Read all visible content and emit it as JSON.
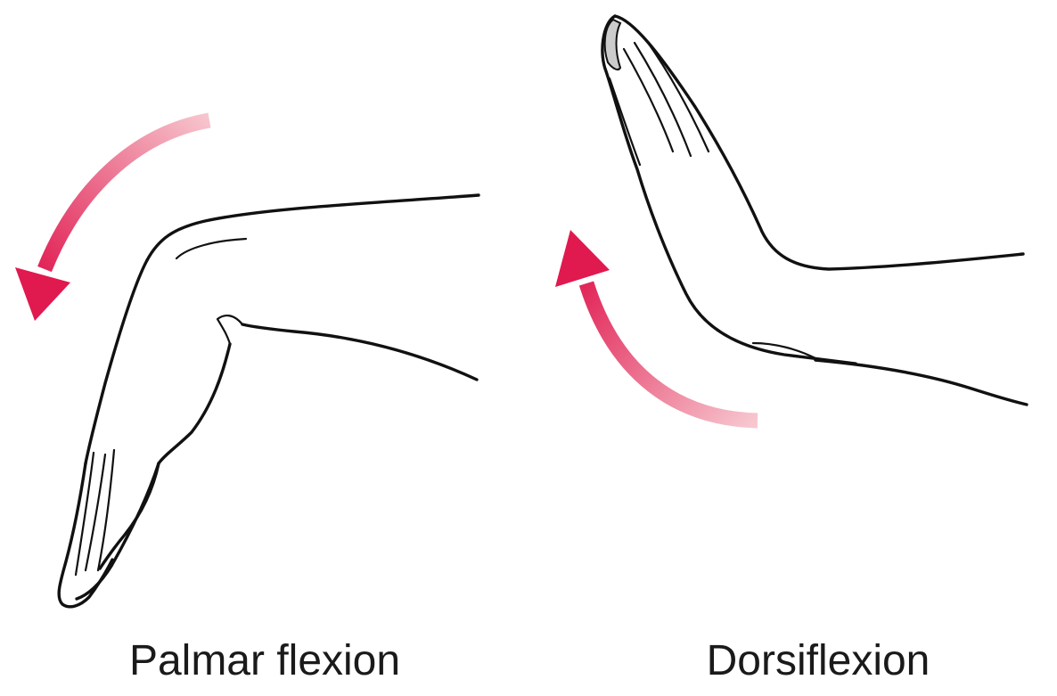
{
  "panels": [
    {
      "caption": "Palmar flexion",
      "motion": "flexion-downward",
      "arrow_color": "#e0194f"
    },
    {
      "caption": "Dorsiflexion",
      "motion": "extension-upward",
      "arrow_color": "#e0194f"
    }
  ],
  "colors": {
    "arrow": "#e0194f",
    "arrow_faded": "#f7c7cf",
    "line": "#111111",
    "background": "#ffffff"
  }
}
